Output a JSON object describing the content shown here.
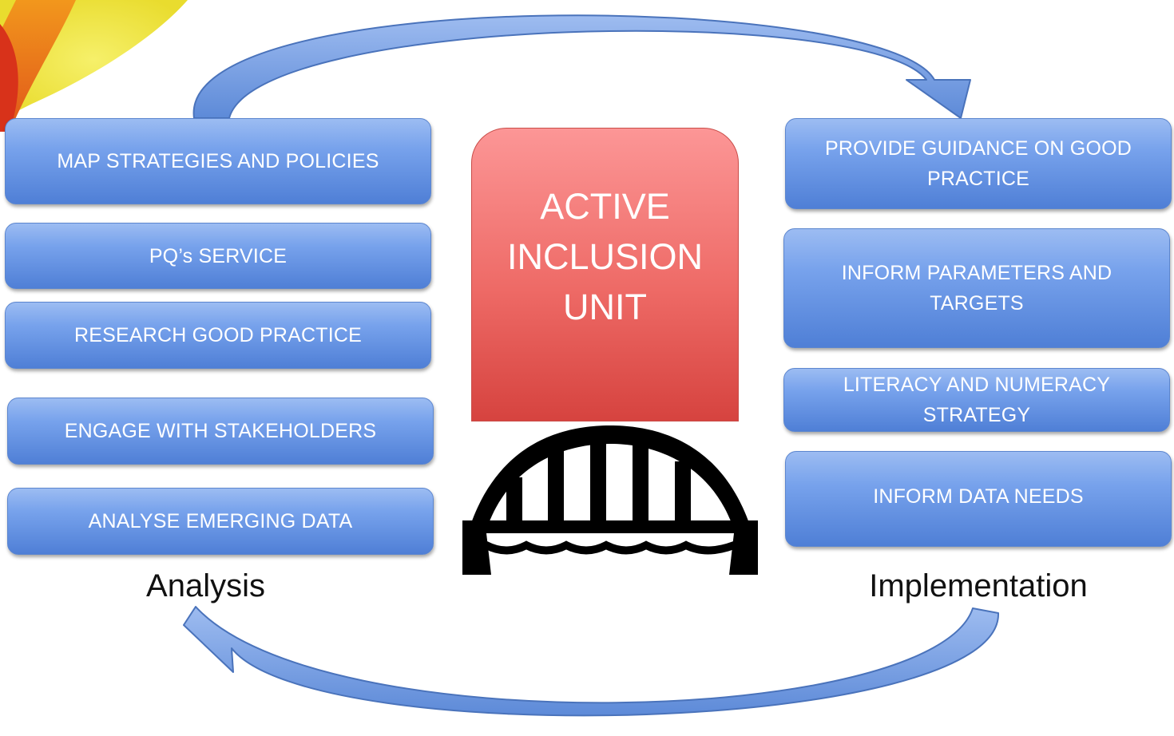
{
  "diagram": {
    "center": {
      "lines": [
        "ACTIVE",
        "INCLUSION",
        "UNIT"
      ]
    },
    "analysis": {
      "caption": "Analysis",
      "items": [
        "MAP STRATEGIES AND POLICIES",
        "PQ’s SERVICE",
        "RESEARCH GOOD PRACTICE",
        "ENGAGE WITH STAKEHOLDERS",
        "ANALYSE EMERGING DATA"
      ]
    },
    "implementation": {
      "caption": "Implementation",
      "items": [
        "PROVIDE GUIDANCE ON GOOD PRACTICE",
        "INFORM PARAMETERS AND TARGETS",
        "LITERACY AND NUMERACY STRATEGY",
        "INFORM DATA NEEDS"
      ]
    },
    "icons": [
      "bridge-icon",
      "corner-logo-icon",
      "cycle-arrow-icon"
    ],
    "colors": {
      "box_fill": "#77a2ec",
      "box_border": "#5c86cf",
      "center_fill": "#ee6a66",
      "arrow_fill": "#6f9be6",
      "bridge": "#000000"
    }
  }
}
